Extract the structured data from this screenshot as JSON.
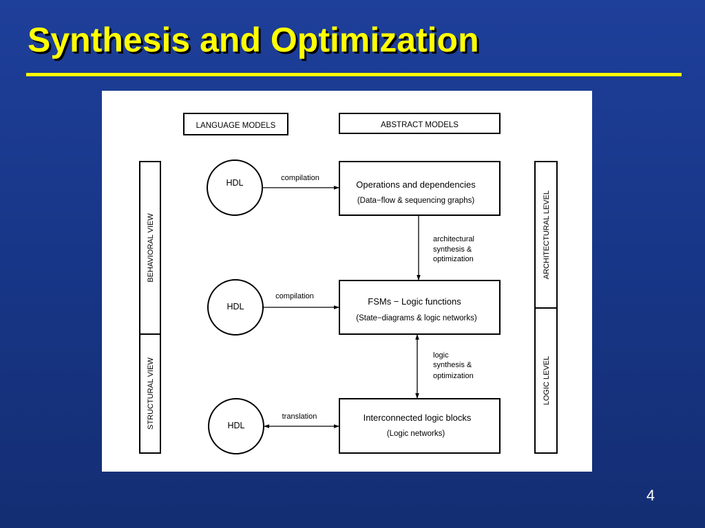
{
  "slide": {
    "title": "Synthesis and Optimization",
    "page_number": "4",
    "colors": {
      "background": "#1a3a8f",
      "title_text": "#ffff00",
      "rule": "#ffff00",
      "figure_background": "#ffffff"
    }
  },
  "diagram": {
    "headers": {
      "language_models": "LANGUAGE MODELS",
      "abstract_models": "ABSTRACT MODELS"
    },
    "views": {
      "behavioral": "BEHAVIORAL VIEW",
      "structural": "STRUCTURAL VIEW"
    },
    "levels": {
      "architectural": "ARCHITECTURAL LEVEL",
      "logic": "LOGIC LEVEL"
    },
    "hdl_nodes": [
      "HDL",
      "HDL",
      "HDL"
    ],
    "edges": {
      "compilation_1": "compilation",
      "compilation_2": "compilation",
      "translation": "translation"
    },
    "models": [
      {
        "title": "Operations and dependencies",
        "subtitle": "(Data−flow & sequencing graphs)"
      },
      {
        "title": "FSMs − Logic functions",
        "subtitle": "(State−diagrams & logic networks)"
      },
      {
        "title": "Interconnected logic blocks",
        "subtitle": "(Logic networks)"
      }
    ],
    "transitions": {
      "architectural": [
        "architectural",
        "synthesis &",
        "optimization"
      ],
      "logic": [
        "logic",
        "synthesis &",
        "optimization"
      ]
    }
  }
}
